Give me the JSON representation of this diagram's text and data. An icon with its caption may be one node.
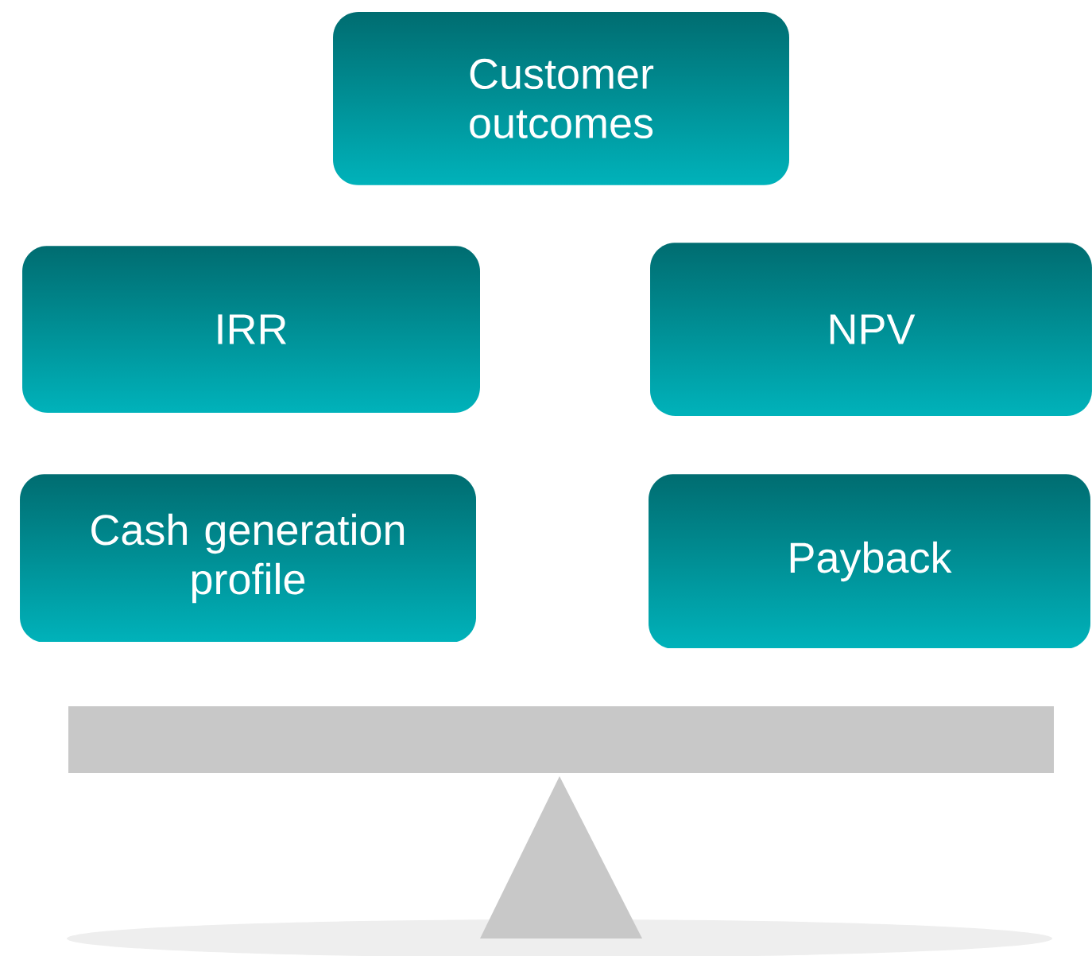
{
  "diagram": {
    "nodes": [
      {
        "text": [
          "Customer outcomes"
        ]
      },
      {
        "text": [
          "IRR"
        ]
      },
      {
        "text": [
          "NPV"
        ]
      },
      {
        "text": [
          "Cash generation profile"
        ]
      },
      {
        "text": [
          "Payback"
        ]
      }
    ]
  }
}
